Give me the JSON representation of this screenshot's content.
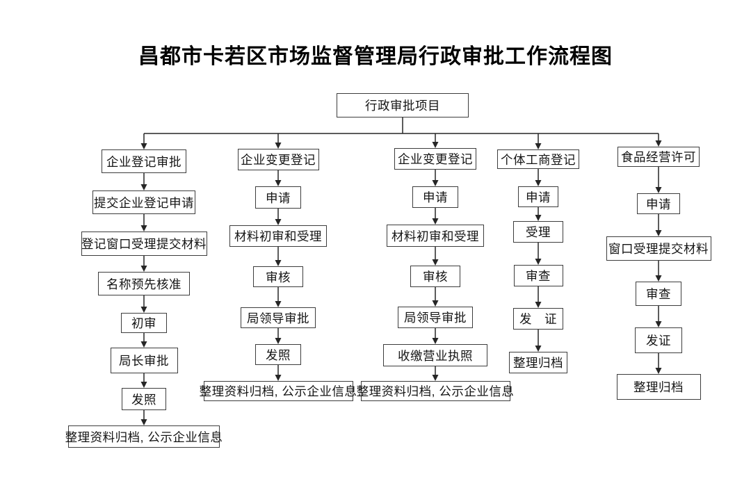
{
  "title": "昌都市卡若区市场监督管理局行政审批工作流程图",
  "root": {
    "label": "行政审批项目"
  },
  "columns": [
    {
      "nodes": [
        "企业登记审批",
        "提交企业登记申请",
        "登记窗口受理提交材料",
        "名称预先核准",
        "初审",
        "局长审批",
        "发照",
        "整理资料归档, 公示企业信息"
      ]
    },
    {
      "nodes": [
        "企业变更登记",
        "申请",
        "材料初审和受理",
        "审核",
        "局领导审批",
        "发照",
        "整理资料归档, 公示企业信息"
      ]
    },
    {
      "nodes": [
        "企业变更登记",
        "申请",
        "材料初审和受理",
        "审核",
        "局领导审批",
        "收缴营业执照",
        "整理资料归档, 公示企业信息"
      ]
    },
    {
      "nodes": [
        "个体工商登记",
        "申请",
        "受理",
        "审查",
        "发　证",
        "整理归档"
      ]
    },
    {
      "nodes": [
        "食品经营许可",
        "申请",
        "窗口受理提交材料",
        "审查",
        "发证",
        "整理归档"
      ]
    }
  ],
  "colors": {
    "background": "#ffffff",
    "box_border": "#3c3c3c",
    "line": "#262626",
    "text": "#141414"
  }
}
